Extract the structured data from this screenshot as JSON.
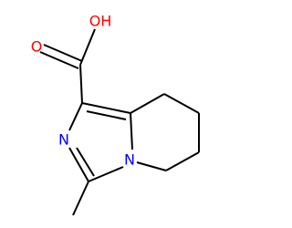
{
  "colors": {
    "bond": "#000000",
    "carbon_text": "#000000",
    "oxygen": "#ff0000",
    "nitrogen": "#0000ff"
  },
  "atoms": {
    "oxygen_carbonyl": "O",
    "hydroxyl": "OH",
    "nitrogen_imine": "N",
    "nitrogen_bridgehead": "N"
  }
}
